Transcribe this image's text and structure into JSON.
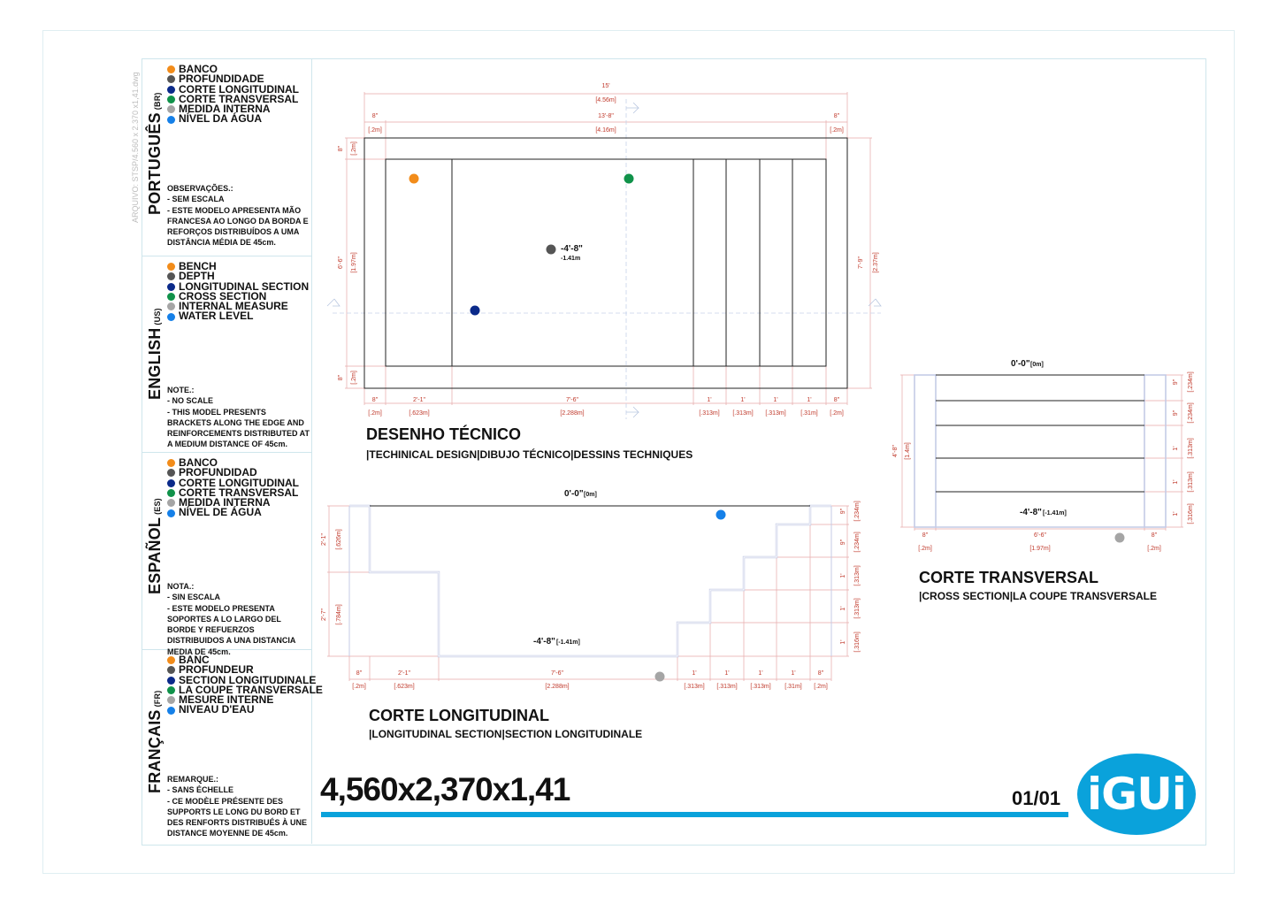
{
  "file_label": "ARQUIVO: STSP/4.560 x 2.370 x1,41.dwg",
  "colors": {
    "bench": "#f28c1a",
    "depth": "#555555",
    "longitudinal": "#0b2a8a",
    "cross": "#10924a",
    "internal": "#a5a5a5",
    "water": "#1580e8",
    "accent": "#0aa2db"
  },
  "languages": [
    {
      "title": "PORTUGUÊS",
      "code": "(BR)",
      "legend": [
        "BANCO",
        "PROFUNDIDADE",
        "CORTE LONGITUDINAL",
        "CORTE TRANSVERSAL",
        "MEDIDA INTERNA",
        "NÍVEL DA ÁGUA"
      ],
      "note_title": "OBSERVAÇÕES.:",
      "note_lines": [
        "- SEM ESCALA",
        "- ESTE MODELO APRESENTA MÃO FRANCESA AO LONGO DA BORDA E REFORÇOS DISTRIBUÍDOS A UMA DISTÂNCIA MÉDIA DE 45cm."
      ]
    },
    {
      "title": "ENGLISH",
      "code": "(US)",
      "legend": [
        "BENCH",
        "DEPTH",
        "LONGITUDINAL SECTION",
        "CROSS SECTION",
        "INTERNAL MEASURE",
        "WATER LEVEL"
      ],
      "note_title": "NOTE.:",
      "note_lines": [
        " - NO SCALE",
        " - THIS MODEL PRESENTS BRACKETS ALONG THE EDGE AND REINFORCEMENTS DISTRIBUTED AT A MEDIUM DISTANCE OF 45cm."
      ]
    },
    {
      "title": "ESPAÑOL",
      "code": "(ES)",
      "legend": [
        "BANCO",
        "PROFUNDIDAD",
        "CORTE LONGITUDINAL",
        "CORTE TRANSVERSAL",
        "MEDIDA INTERNA",
        "NÍVEL DE ÁGUA"
      ],
      "note_title": "NOTA.:",
      "note_lines": [
        " - SIN ESCALA",
        " - ESTE MODELO PRESENTA SOPORTES A LO LARGO DEL BORDE Y REFUERZOS DISTRIBUIDOS A UNA DISTANCIA MEDIA DE 45cm."
      ]
    },
    {
      "title": "FRANÇAIS",
      "code": "(FR)",
      "legend": [
        "BANC",
        "PROFUNDEUR",
        "SECTION LONGITUDINALE",
        "LA COUPE TRANSVERSALE",
        "MESURE INTERNE",
        "NIVEAU D'EAU"
      ],
      "note_title": "REMARQUE.:",
      "note_lines": [
        " - SANS ÉCHELLE",
        " - CE MODÈLE PRÉSENTE DES SUPPORTS LE LONG DU BORD ET DES RENFORTS DISTRIBUÉS À UNE DISTANCE MOYENNE DE 45cm."
      ]
    }
  ],
  "plan": {
    "title": "DESENHO TÉCNICO",
    "subtitle": "|TECHINICAL DESIGN|DIBUJO TÉCNICO|DESSINS TECHNIQUES",
    "overall_ft": "15'",
    "overall_m": "[4.56m]",
    "inner_ft": "13'-8\"",
    "inner_m": "[4.16m]",
    "edge_ft": "8\"",
    "edge_m": "[.2m]",
    "width_inner_ft": "6'-6\"",
    "width_inner_m": "[1.97m]",
    "width_outer_ft": "7'-9\"",
    "width_outer_m": "[2.37m]",
    "depth_ft": "-4'-8\"",
    "depth_m": "-1.41m",
    "bottom_dims": [
      {
        "ft": "8\"",
        "m": "[.2m]"
      },
      {
        "ft": "2'-1\"",
        "m": "[.623m]"
      },
      {
        "ft": "7'-6\"",
        "m": "[2.288m]"
      },
      {
        "ft": "1'",
        "m": "[.313m]"
      },
      {
        "ft": "1'",
        "m": "[.313m]"
      },
      {
        "ft": "1'",
        "m": "[.313m]"
      },
      {
        "ft": "1'",
        "m": "[.31m]"
      },
      {
        "ft": "8\"",
        "m": "[.2m]"
      }
    ]
  },
  "longitudinal": {
    "title": "CORTE LONGITUDINAL",
    "subtitle": "|LONGITUDINAL SECTION|SECTION LONGITUDINALE",
    "top_level_ft": "0'-0\"",
    "top_level_m": "[0m]",
    "bottom_level_ft": "-4'-8\"",
    "bottom_level_m": "[-1.41m]",
    "left_dims": [
      {
        "ft": "2'-1\"",
        "m": "[.626m]"
      },
      {
        "ft": "2'-7\"",
        "m": "[.784m]"
      }
    ],
    "right_dims": [
      {
        "ft": "9\"",
        "m": "[.234m]"
      },
      {
        "ft": "9\"",
        "m": "[.234m]"
      },
      {
        "ft": "1'",
        "m": "[.313m]"
      },
      {
        "ft": "1'",
        "m": "[.313m]"
      },
      {
        "ft": "1'",
        "m": "[.316m]"
      }
    ],
    "bottom_dims": [
      {
        "ft": "8\"",
        "m": "[.2m]"
      },
      {
        "ft": "2'-1\"",
        "m": "[.623m]"
      },
      {
        "ft": "7'-6\"",
        "m": "[2.288m]"
      },
      {
        "ft": "1'",
        "m": "[.313m]"
      },
      {
        "ft": "1'",
        "m": "[.313m]"
      },
      {
        "ft": "1'",
        "m": "[.313m]"
      },
      {
        "ft": "1'",
        "m": "[.31m]"
      },
      {
        "ft": "8\"",
        "m": "[.2m]"
      }
    ]
  },
  "cross": {
    "title": "CORTE TRANSVERSAL",
    "subtitle": "|CROSS SECTION|LA COUPE TRANSVERSALE",
    "top_level_ft": "0'-0\"",
    "top_level_m": "[0m]",
    "bottom_level_ft": "-4'-8\"",
    "bottom_level_m": "[-1.41m]",
    "left_dim_ft": "4'-8\"",
    "left_dim_m": "[1.4m]",
    "right_dims": [
      {
        "ft": "9\"",
        "m": "[.234m]"
      },
      {
        "ft": "9\"",
        "m": "[.234m]"
      },
      {
        "ft": "1'",
        "m": "[.313m]"
      },
      {
        "ft": "1'",
        "m": "[.313m]"
      },
      {
        "ft": "1'",
        "m": "[.316m]"
      }
    ],
    "bottom_dims": [
      {
        "ft": "8\"",
        "m": "[.2m]"
      },
      {
        "ft": "6'-6\"",
        "m": "[1.97m]"
      },
      {
        "ft": "8\"",
        "m": "[.2m]"
      }
    ]
  },
  "dimensions_title": "4,560x2,370x1,41",
  "sheet": "01/01",
  "logo": "iGUi"
}
